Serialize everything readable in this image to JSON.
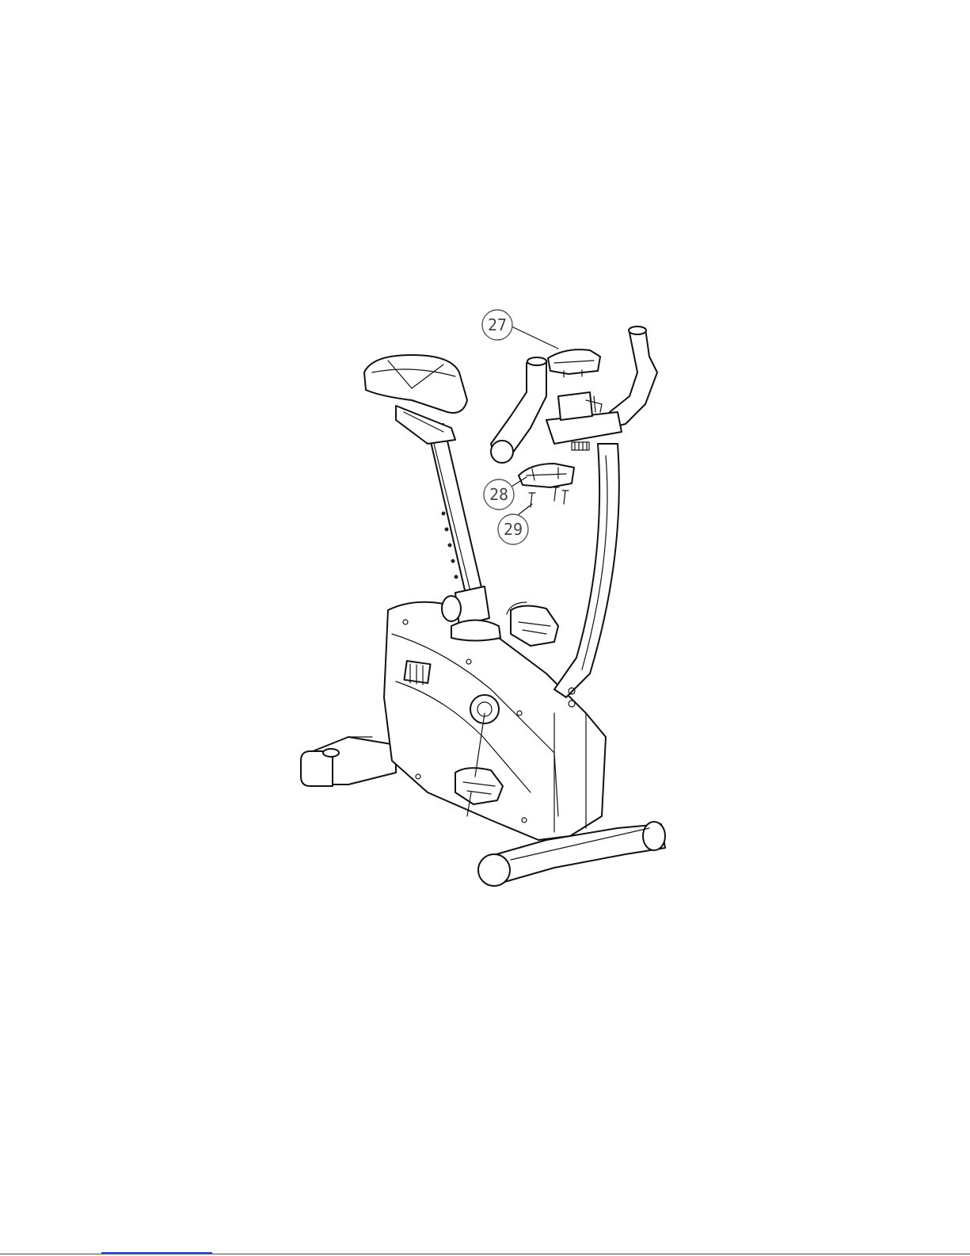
{
  "callouts": [
    {
      "label": "27"
    },
    {
      "label": "28"
    },
    {
      "label": "29"
    }
  ],
  "colors": {
    "line": "#111111",
    "callout": "#444444",
    "footer_link": "#2b4fd6"
  }
}
